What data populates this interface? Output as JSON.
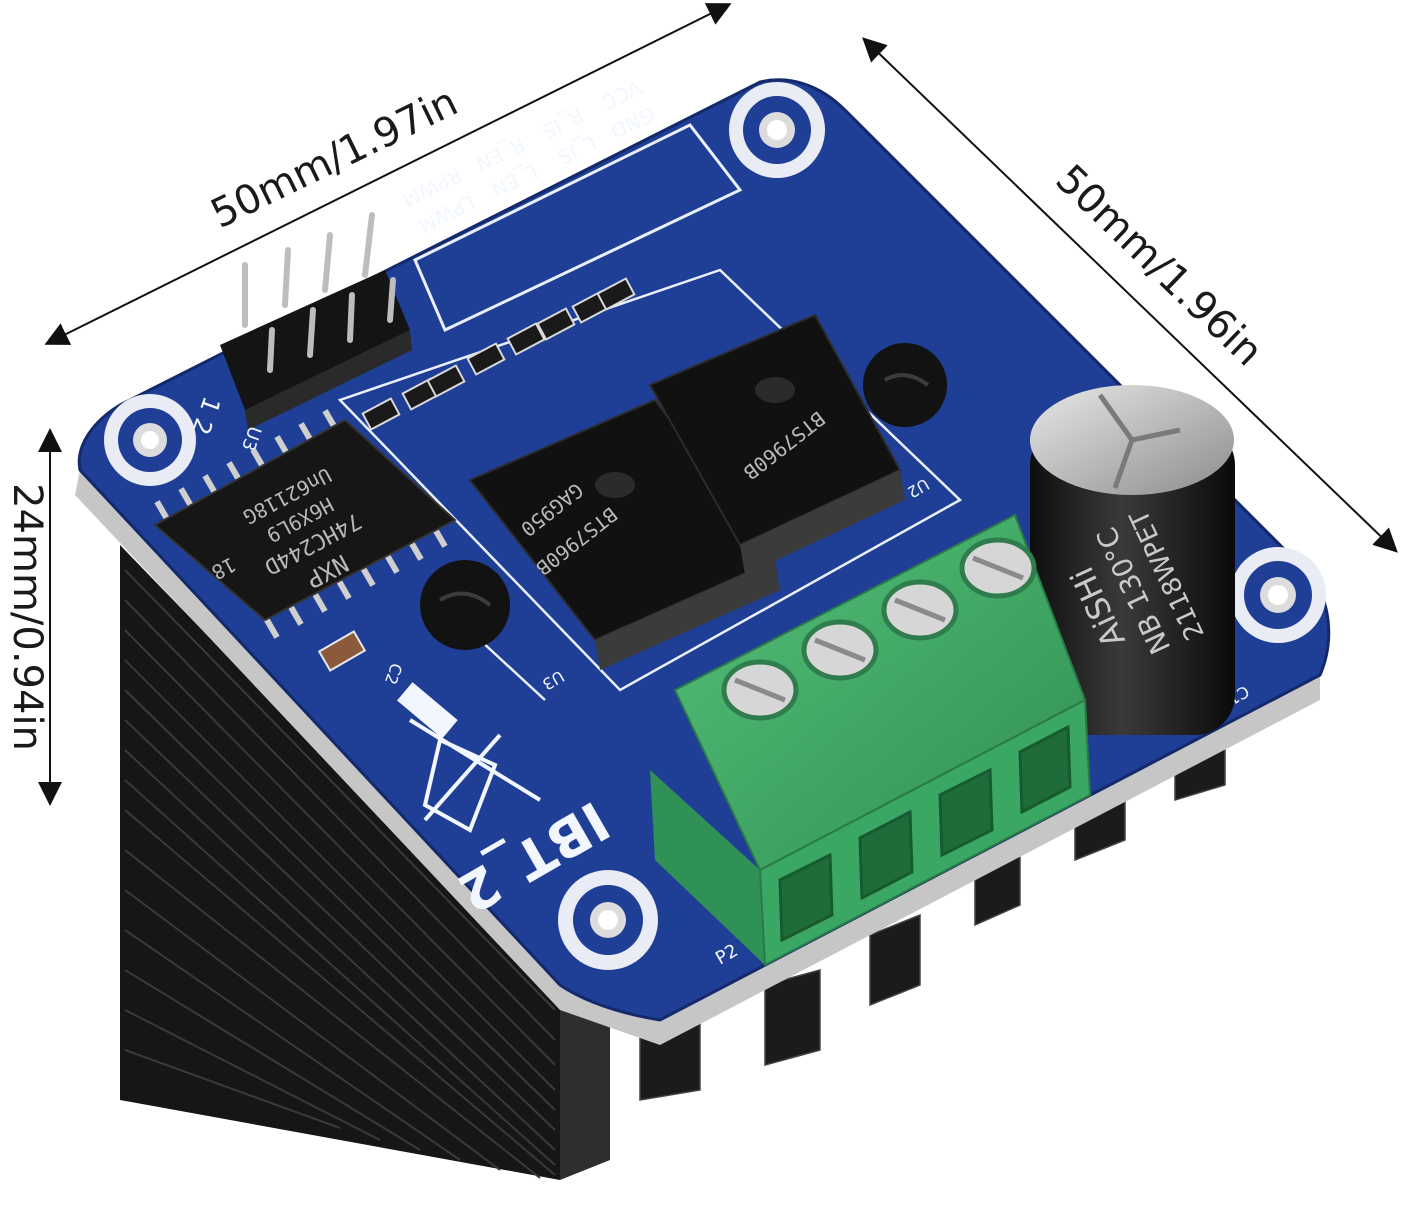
{
  "dimensions": {
    "width_label": "50mm/1.97in",
    "depth_label": "50mm/1.96in",
    "height_label": "24mm/0.94in"
  },
  "silkscreen": {
    "pin_labels": [
      "GND",
      "VCC",
      "L_IS",
      "R_IS",
      "L_EN",
      "R_EN",
      "LPWM",
      "RPWM"
    ],
    "model": "IBT_2",
    "header_ref": "U3",
    "header_pins": "1 2",
    "driver_ref_1": "U2",
    "driver_ref_2": "U3",
    "cap_ref_1": "C2",
    "cap_ref_2": "C1",
    "terminal_ref": "P2"
  },
  "chips": {
    "logic_ic": {
      "brand": "NXP",
      "line1": "74HC244D",
      "line2": "H6X9L9",
      "line3": "Un62118G",
      "line4": "18"
    },
    "driver_1": {
      "line1": "BTS7960B",
      "line2": "GAG950"
    },
    "driver_2": {
      "line1": "BTS7960B"
    }
  },
  "capacitor": {
    "line1": "AiSHi",
    "line2": "NB 130°C",
    "line3": "2118WPET"
  },
  "colors": {
    "pcb": "#1f3f97",
    "pcb_dark": "#14296a",
    "terminal": "#3fae66",
    "heatsink": "#1c1c1c"
  }
}
